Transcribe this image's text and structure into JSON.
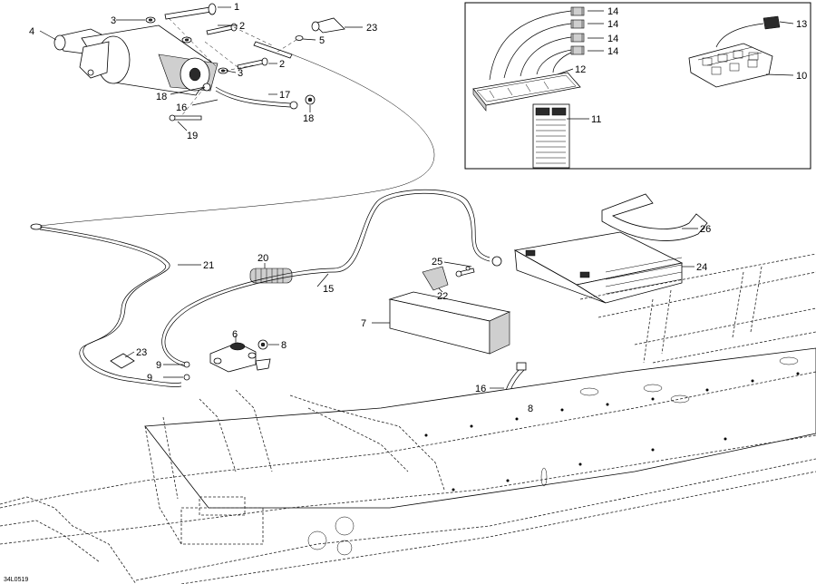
{
  "diagram": {
    "reference_code": "34L0519",
    "callouts": [
      {
        "id": "c1",
        "text": "1"
      },
      {
        "id": "c2a",
        "text": "2"
      },
      {
        "id": "c2b",
        "text": "2"
      },
      {
        "id": "c3a",
        "text": "3"
      },
      {
        "id": "c3b",
        "text": "3"
      },
      {
        "id": "c4",
        "text": "4"
      },
      {
        "id": "c5",
        "text": "5"
      },
      {
        "id": "c23a",
        "text": "23"
      },
      {
        "id": "c18a",
        "text": "18"
      },
      {
        "id": "c17",
        "text": "17"
      },
      {
        "id": "c16a",
        "text": "16"
      },
      {
        "id": "c18b",
        "text": "18"
      },
      {
        "id": "c19",
        "text": "19"
      },
      {
        "id": "c14a",
        "text": "14"
      },
      {
        "id": "c14b",
        "text": "14"
      },
      {
        "id": "c14c",
        "text": "14"
      },
      {
        "id": "c14d",
        "text": "14"
      },
      {
        "id": "c12",
        "text": "12"
      },
      {
        "id": "c11",
        "text": "11"
      },
      {
        "id": "c13",
        "text": "13"
      },
      {
        "id": "c10",
        "text": "10"
      },
      {
        "id": "c26",
        "text": "26"
      },
      {
        "id": "c21",
        "text": "21"
      },
      {
        "id": "c20",
        "text": "20"
      },
      {
        "id": "c15",
        "text": "15"
      },
      {
        "id": "c25",
        "text": "25"
      },
      {
        "id": "c24",
        "text": "24"
      },
      {
        "id": "c22",
        "text": "22"
      },
      {
        "id": "c7",
        "text": "7"
      },
      {
        "id": "c6",
        "text": "6"
      },
      {
        "id": "c8a",
        "text": "8"
      },
      {
        "id": "c23b",
        "text": "23"
      },
      {
        "id": "c9a",
        "text": "9"
      },
      {
        "id": "c9b",
        "text": "9"
      },
      {
        "id": "c16b",
        "text": "16"
      },
      {
        "id": "c8b",
        "text": "8"
      }
    ]
  }
}
